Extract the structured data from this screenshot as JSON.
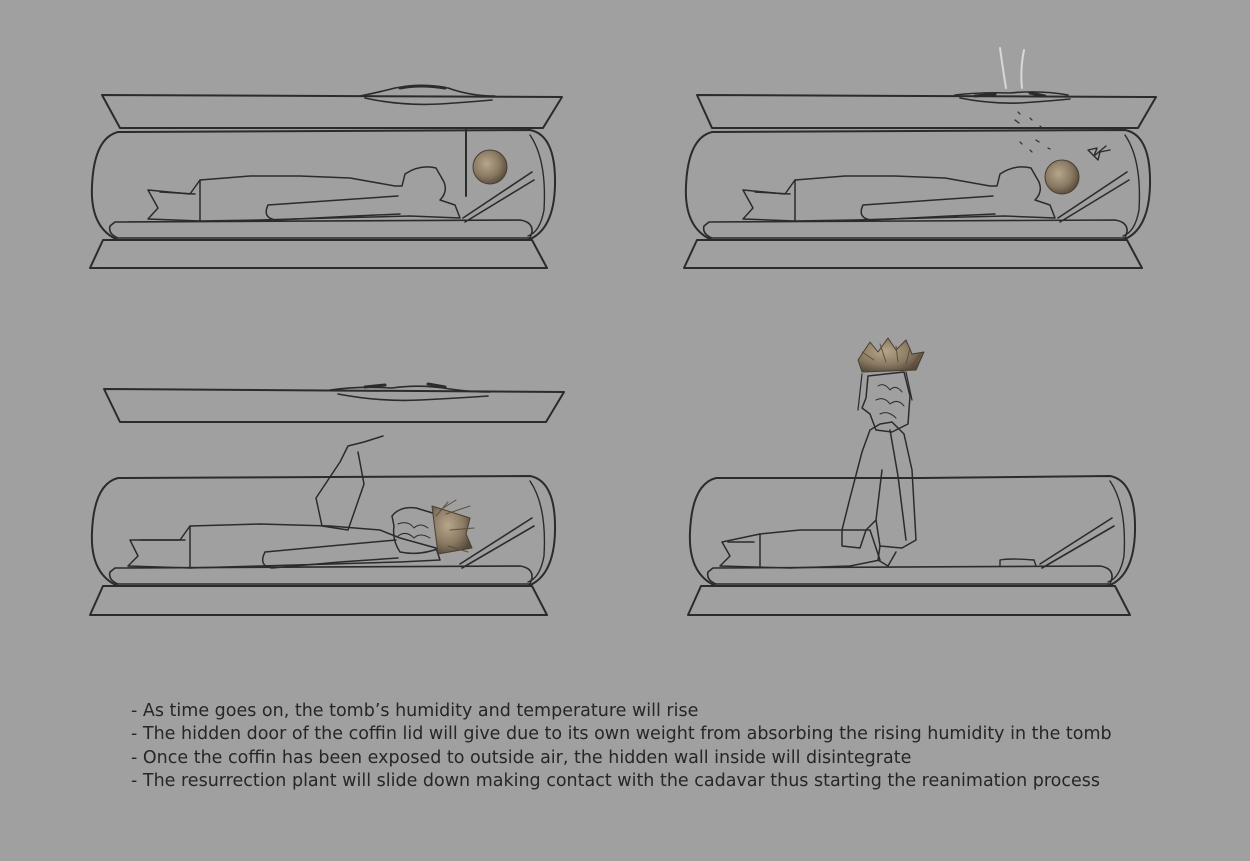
{
  "notes": [
    "As time goes on, the tomb’s humidity and temperature will rise",
    "The hidden door of the coffin lid will give due to its own weight from absorbing the rising humidity in the tomb",
    "Once the coffin has been exposed to outside air, the  hidden wall inside will disintegrate",
    "The resurrection plant will slide down making contact with the cadavar thus starting the reanimation process"
  ],
  "colors": {
    "background": "#a0a0a0",
    "line": "#2b2b2b",
    "plant": "#8a7a63",
    "text": "#262626"
  }
}
